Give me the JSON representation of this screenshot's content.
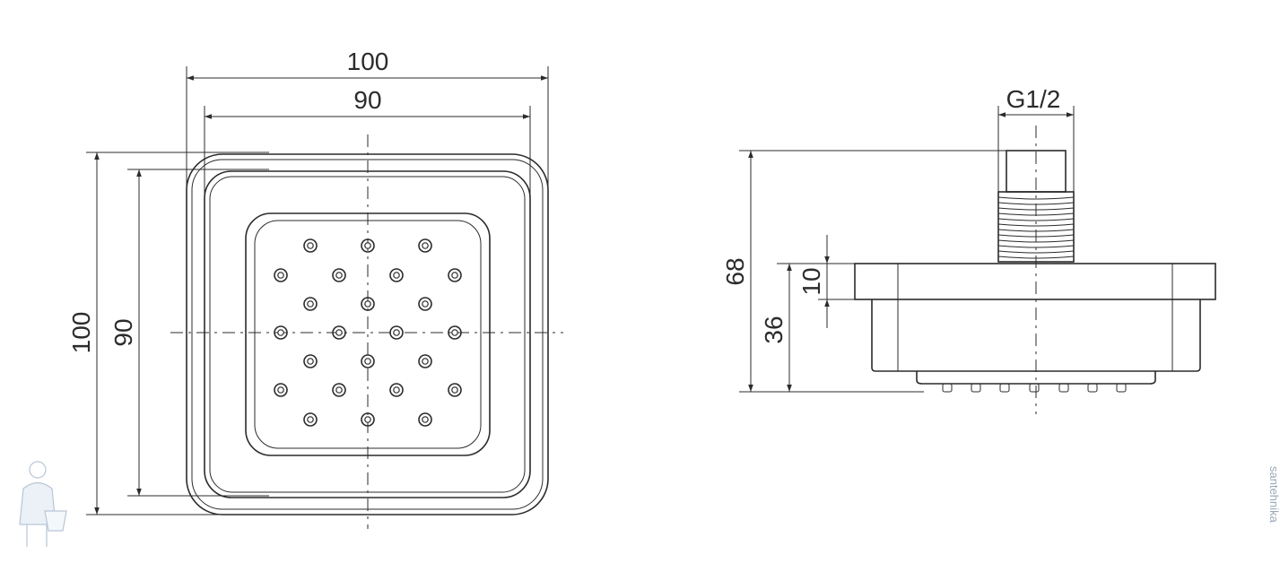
{
  "front_view": {
    "dim_outer_width": "100",
    "dim_inner_width": "90",
    "dim_outer_height": "100",
    "dim_inner_height": "90",
    "nozzle_count": 24
  },
  "side_view": {
    "dim_thread": "G1/2",
    "dim_total_height": "68",
    "dim_body_height": "36",
    "dim_flange_thickness": "10"
  },
  "watermark": {
    "text": "santehnika",
    "logo_icon": "plumber-mascot-icon"
  }
}
